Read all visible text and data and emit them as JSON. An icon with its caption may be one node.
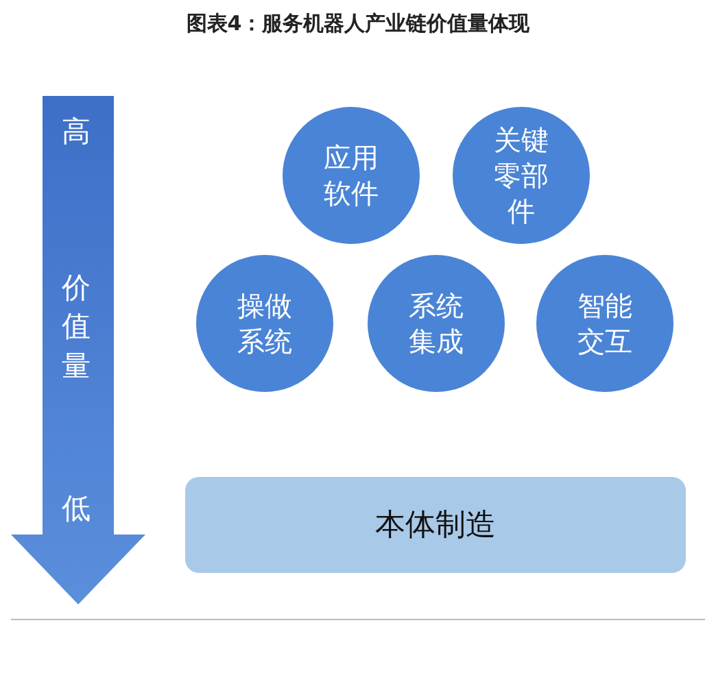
{
  "diagram": {
    "title": "图表4：服务机器人产业链价值量体现",
    "nodes": [
      {
        "text": [
          "应用软件"
        ]
      },
      {
        "text": [
          "关键零部件"
        ]
      },
      {
        "text": [
          "操做系统"
        ]
      },
      {
        "text": [
          "系统集成"
        ]
      },
      {
        "text": [
          "智能交互"
        ]
      },
      {
        "text": [
          "本体制造"
        ]
      }
    ],
    "labels": [
      "高",
      "价值量",
      "低"
    ]
  }
}
